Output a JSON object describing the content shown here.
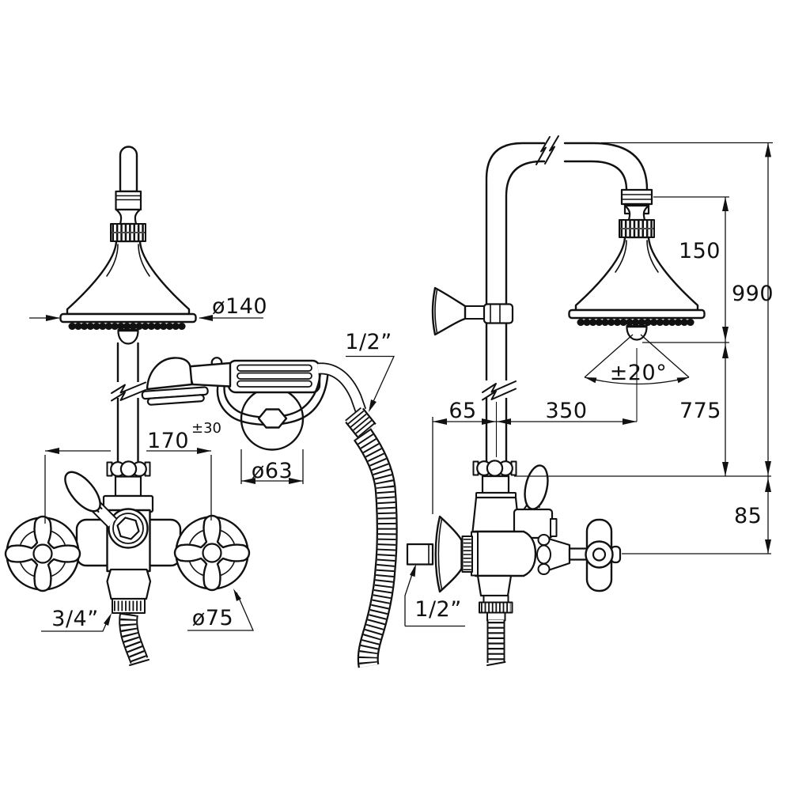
{
  "drawing": {
    "title": "shower-mixer-technical-drawing",
    "left_view": {
      "head_diameter": "ø140",
      "handle_centers": "170",
      "handle_centers_tolerance": "±30",
      "bracket_diameter": "ø63",
      "bottom_connection": "3/4”",
      "handle_diameter": "ø75",
      "hose_connection": "1/2”"
    },
    "right_view": {
      "wall_to_riser": "65",
      "riser_to_spray": "350",
      "head_height": "150",
      "total_height": "990",
      "spray_to_body": "775",
      "body_to_handle": "85",
      "spray_angle": "±20°",
      "wall_connection": "1/2”"
    }
  }
}
